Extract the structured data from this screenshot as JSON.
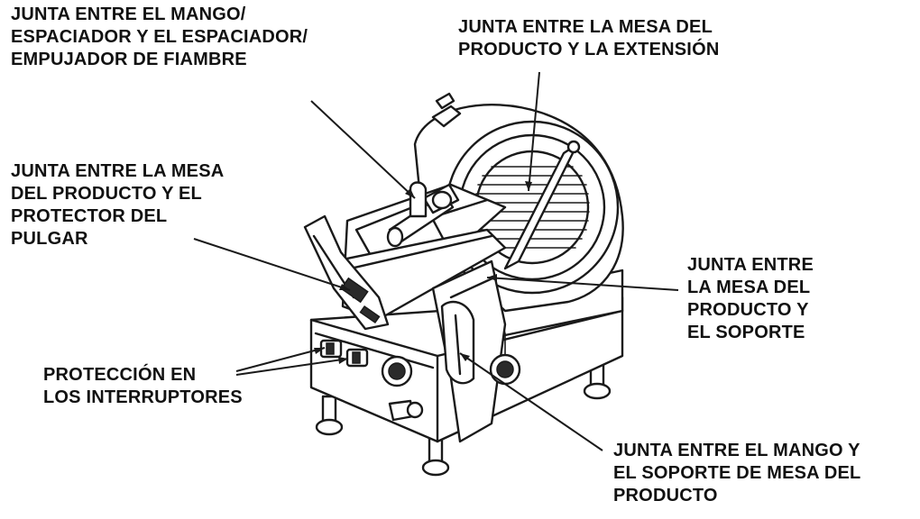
{
  "labels": {
    "handle_spacer": [
      "JUNTA ENTRE EL MANGO/",
      "ESPACIADOR Y EL ESPACIADOR/",
      "EMPUJADOR DE FIAMBRE"
    ],
    "table_extension": [
      "JUNTA ENTRE LA MESA DEL",
      "PRODUCTO Y LA EXTENSIÓN"
    ],
    "table_thumb_guard": [
      "JUNTA ENTRE LA MESA",
      "DEL PRODUCTO Y EL",
      "PROTECTOR DEL",
      "PULGAR"
    ],
    "table_support": [
      "JUNTA ENTRE",
      "LA MESA DEL",
      "PRODUCTO Y",
      "EL SOPORTE"
    ],
    "switch_protection": [
      "PROTECCIÓN EN",
      "LOS INTERRUPTORES"
    ],
    "handle_table_support": [
      "JUNTA ENTRE EL MANGO Y",
      "EL SOPORTE DE MESA DEL",
      "PRODUCTO"
    ]
  },
  "colors": {
    "ink": "#1a1a1a",
    "background": "#ffffff"
  }
}
